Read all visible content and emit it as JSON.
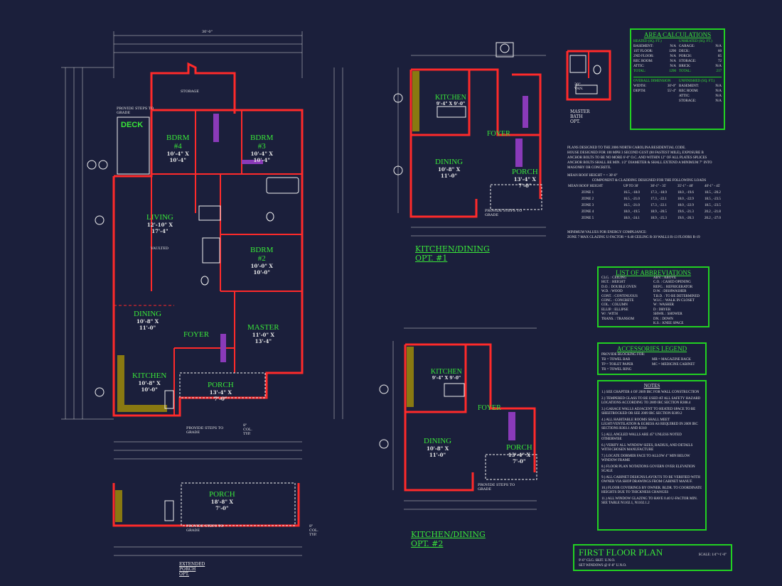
{
  "title_block": {
    "title": "FIRST FLOOR PLAN",
    "scale": "SCALE: 1/4\"=1'-0\"",
    "note1": "9'-0\" CLG. SKIT. U.N.O.",
    "note2": "SET WINDOWS @ 6'-8\" U.N.O."
  },
  "main_plan": {
    "rooms": [
      {
        "name": "DECK",
        "size": ""
      },
      {
        "name": "BDRM #4",
        "size": "10'-4\" X 10'-4\""
      },
      {
        "name": "BDRM #3",
        "size": "10'-4\" X 10'-4\""
      },
      {
        "name": "LIVING",
        "size": "12'-10\" X 17'-4\""
      },
      {
        "name": "BDRM #2",
        "size": "10'-0\" X 10'-0\""
      },
      {
        "name": "DINING",
        "size": "10'-8\" X 11'-0\""
      },
      {
        "name": "FOYER",
        "size": ""
      },
      {
        "name": "MASTER",
        "size": "11'-0\" X 13'-4\""
      },
      {
        "name": "KITCHEN",
        "size": "10'-8\" X 10'-0\""
      },
      {
        "name": "PORCH",
        "size": "13'-4\" X 7'-0\""
      }
    ],
    "labels": {
      "storage": "STORAGE",
      "vaulted": "VAULTED",
      "provide_steps": "PROVIDE STEPS TO GRADE",
      "overall": "30'-0\"",
      "deck_steps": "PROVIDE STEPS TO GRADE",
      "col": "8\" COL. TYP."
    }
  },
  "extended": {
    "room": "PORCH",
    "size": "18'-8\" X 7'-0\"",
    "caption": "EXTENDED PORCH OPT.",
    "provide_steps": "PROVIDE STEPS TO GRADE",
    "col": "8\" COL. TYP."
  },
  "opt1": {
    "caption": "KITCHEN/DINING OPT. #1",
    "kitchen": "KITCHEN",
    "kitchen_size": "9'-4\" X 9'-0\"",
    "dining": "DINING",
    "dining_size": "10'-8\" X 11'-0\"",
    "foyer": "FOYER",
    "porch": "PORCH",
    "porch_size": "13'-4\" X 7'-0\"",
    "steps": "PROVIDE STEPS TO GRADE"
  },
  "opt2": {
    "caption": "KITCHEN/DINING OPT. #2",
    "kitchen": "KITCHEN",
    "kitchen_size": "9'-4\" X 9'-0\"",
    "dining": "DINING",
    "dining_size": "10'-8\" X 11'-0\"",
    "foyer": "FOYER",
    "porch": "PORCH",
    "porch_size": "13'-4\" X 7'-0\"",
    "steps": "PROVIDE STEPS TO GRADE"
  },
  "master_bath": {
    "caption": "MASTER BATH OPT.",
    "van": "30\" VAN."
  },
  "area": {
    "title": "AREA CALCULATIONS",
    "heated_head": "HEATED (SQ. FT.)",
    "unheated_head": "UNHEATED (SQ. FT.)",
    "heated": [
      [
        "BASEMENT:",
        "N/A"
      ],
      [
        "1ST FLOOR:",
        "1290"
      ],
      [
        "2ND FLOOR:",
        "N/A"
      ],
      [
        "REC ROOM:",
        "N/A"
      ],
      [
        "ATTIC:",
        "N/A"
      ]
    ],
    "unheated": [
      [
        "GARAGE:",
        "N/A"
      ],
      [
        "DECK:",
        "60"
      ],
      [
        "PORCH:",
        "85"
      ],
      [
        "STORAGE:",
        "72"
      ],
      [
        "BRICK:",
        "N/A"
      ]
    ],
    "total_heated": "1290",
    "total_unheated": "217",
    "overall_head": "OVERALL DIMENSION",
    "width": "30'-0\"",
    "depth": "55'-4\"",
    "unfinished_head": "UNFINISHED (SQ. FT.)",
    "unfinished": [
      [
        "BASEMENT:",
        "N/A"
      ],
      [
        "REC ROOM:",
        "N/A"
      ],
      [
        "ATTIC:",
        "N/A"
      ],
      [
        "STORAGE:",
        "N/A"
      ]
    ]
  },
  "code_notes": [
    "PLANS DESIGNED TO THE 2006 NORTH CAROLINA RESIDENTIAL CODE.",
    "HOUSE DESIGNED FOR 100 MPH 3 SECOND GUST (80 FASTEST MILE), EXPOSURE B",
    "ANCHOR BOLTS TO BE NO MORE 6'-0\" O.C. AND WITHIN 12\" OF ALL PLATES SPLICES",
    "ANCHOR BOLTS SHALL BE MIN. 1/2\" DIAMETER & SHALL EXTEND A MINIMUM 7\" INTO",
    "MASONRY OR CONCRETE."
  ],
  "mean_roof": "MEAN ROOF HEIGHT =        < 30'-0\"",
  "loads_title": "COMPONENT & CLADDING DESIGNED FOR THE FOLLOWING LOADS",
  "loads_head": [
    "MEAN ROOF HEIGHT",
    "UP TO 30'",
    "30'-1\" - 35'",
    "35'-1\" - 40'",
    "40'-1\" - 45'"
  ],
  "loads": [
    [
      "ZONE 1",
      "16.5 , -18.0",
      "17.3 , -18.9",
      "18.0 , -19.6",
      "18.5 , -20.2"
    ],
    [
      "ZONE 2",
      "16.5 , -21.0",
      "17.3 , -22.1",
      "18.0 , -22.9",
      "18.5 , -23.5"
    ],
    [
      "ZONE 3",
      "16.5 , -21.0",
      "17.3 , -22.1",
      "18.0 , -22.9",
      "18.5 , -23.5"
    ],
    [
      "ZONE 4",
      "18.0 , -19.5",
      "18.9 , -20.5",
      "19.6 , -21.3",
      "20.2 , -21.8"
    ],
    [
      "ZONE 5",
      "18.0 , -24.1",
      "18.9 , -25.3",
      "19.6 , -26.3",
      "20.2 , -27.0"
    ]
  ],
  "energy_title": "MINIMUM VALUES FOR ENERGY COMPLIANCE:",
  "energy": "ZONE 7   MAX GLAZING U-FACTOR = 0.40   CEILING R-30   WALLS R-13   FLOORS R-19",
  "abbrev": {
    "title": "LIST OF ABBREVIATIONS",
    "left": [
      "CLG. : CEILING",
      "HGT. : HEIGHT",
      "D.O. : DOUBLE OVEN",
      "W.D. : WOOD",
      "CONT. : CONTINUOUS",
      "CONC. : CONCRETE",
      "COL. : COLUMN",
      "ELLIP. : ELLIPSE",
      "W/ : WITH",
      "TRANS. : TRANSOM"
    ],
    "right": [
      "ABV. : ABOVE",
      "C.O. : CASED OPENING",
      "REFG. : REFRIGERATOR",
      "D.W. : DISHWASHER",
      "T.B.D. : TO BE DETERMINED",
      "W.I.C. : WALK IN CLOSET",
      "W : WASHER",
      "D : DRYER",
      "SHWR. : SHOWER",
      "DN. : DOWN",
      "K.S. : KNEE SPACE"
    ]
  },
  "accessories": {
    "title": "ACCESSORIES LEGEND",
    "sub": "PROVIDE BLOCKING FOR:",
    "left": [
      "TB = TOWEL BAR",
      "TP = TOILET PAPER",
      "TR = TOWEL RING"
    ],
    "right": [
      "MR = MAGAZINE RACK",
      "MC = MEDICINE CABINET"
    ]
  },
  "notes": {
    "title": "NOTES",
    "items": [
      "1.) SEE CHAPTER 4 OF 2009 IRC FOR WALL CONSTRUCTION",
      "2.) TEMPERED GLASS TO BE USED AT ALL SAFETY HAZARD LOCATIONS ACCORDING TO 2009 IRC SECTION R308.4",
      "3.) GARAGE WALLS ADJACENT TO HEATED SPACE TO BE SHEETROCKED OR SEE 2009 IRC SECTION R309.2",
      "4.) ALL HABITABLE ROOMS SHALL MEET LIGHT/VENTILATION & EGRESS AS REQUIRED IN 2009 IRC SECTIONS R303.1 AND R310",
      "5.) ALL ANGLED WALLS ARE 45° UNLESS NOTED OTHERWISE",
      "6.) VERIFY ALL WINDOW SIZES, RADIUS, AND DETAILS WITH CHOSEN MANUFACTURE",
      "7.) LOCATE DORMER FACE TO ALLOW 4\" MIN BELOW WINDOW FRAME",
      "8.) FLOOR PLAN NOTATIONS GOVERN OVER ELEVATION SCALE",
      "9.) ALL CABINET DESIGNS/LAYOUTS TO BE VERIFIED WITH OWNER VIA SHOP DRAWINGS FROM CABINET MANUF.",
      "10.) FLOOR COVERINGS BY OWNER. BLDR. TO COORDINATE HEIGHTS DUE TO THICKNESS CHANGES",
      "11.) ALL WINDOW GLAZING TO HAVE 0.40 U-FACTOR MIN. SEE TABLE N1102.1, N1102.1.2"
    ]
  },
  "colors": {
    "wall": "#ff2a2a",
    "label": "#39e639",
    "bg": "#1b1f3b"
  }
}
